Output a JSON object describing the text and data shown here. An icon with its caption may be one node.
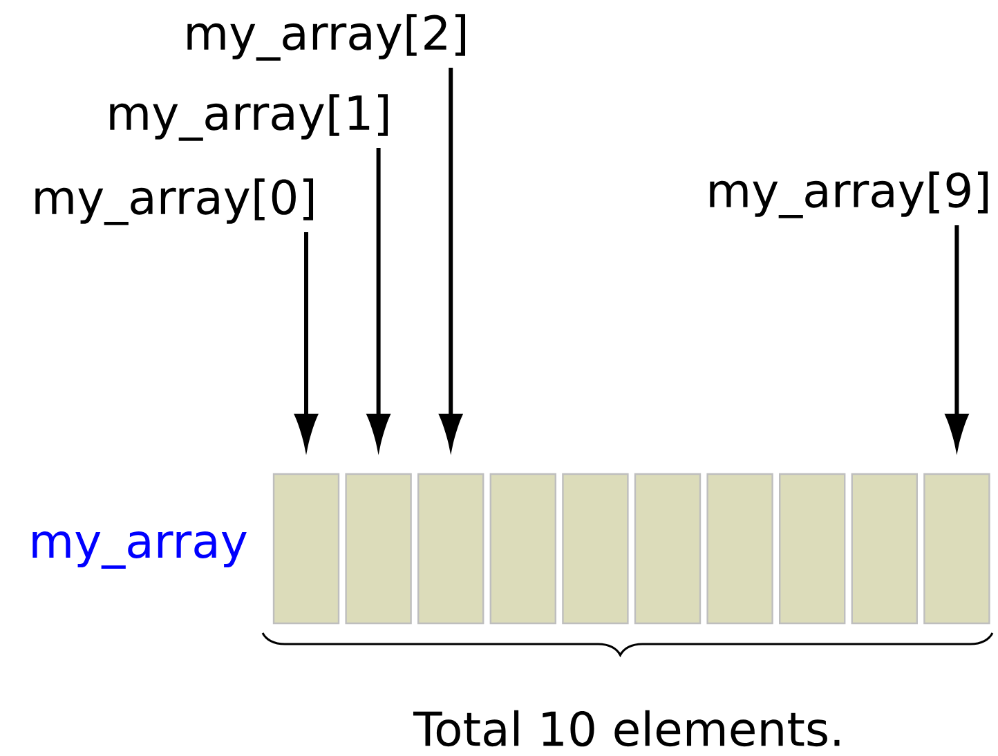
{
  "diagram": {
    "nodes": [
      {
        "text": [
          "my_array[2]"
        ]
      },
      {
        "text": [
          "my_array[1]"
        ]
      },
      {
        "text": [
          "my_array[0]"
        ]
      },
      {
        "text": [
          "my_array[9]"
        ]
      },
      {
        "text": [],
        "shape": "box"
      },
      {
        "text": [],
        "shape": "box"
      },
      {
        "text": [],
        "shape": "box"
      },
      {
        "text": [],
        "shape": "box"
      },
      {
        "text": [],
        "shape": "box"
      },
      {
        "text": [],
        "shape": "box"
      },
      {
        "text": [],
        "shape": "box"
      },
      {
        "text": [],
        "shape": "box"
      },
      {
        "text": [],
        "shape": "box"
      },
      {
        "text": [],
        "shape": "box"
      }
    ],
    "edges": [
      {
        "from": 2,
        "to": 4,
        "arrow": "to"
      },
      {
        "from": 1,
        "to": 5,
        "arrow": "to"
      },
      {
        "from": 0,
        "to": 6,
        "arrow": "to"
      },
      {
        "from": 3,
        "to": 13,
        "arrow": "to"
      }
    ],
    "labels": [
      "my_array",
      "Total 10 elements."
    ]
  }
}
